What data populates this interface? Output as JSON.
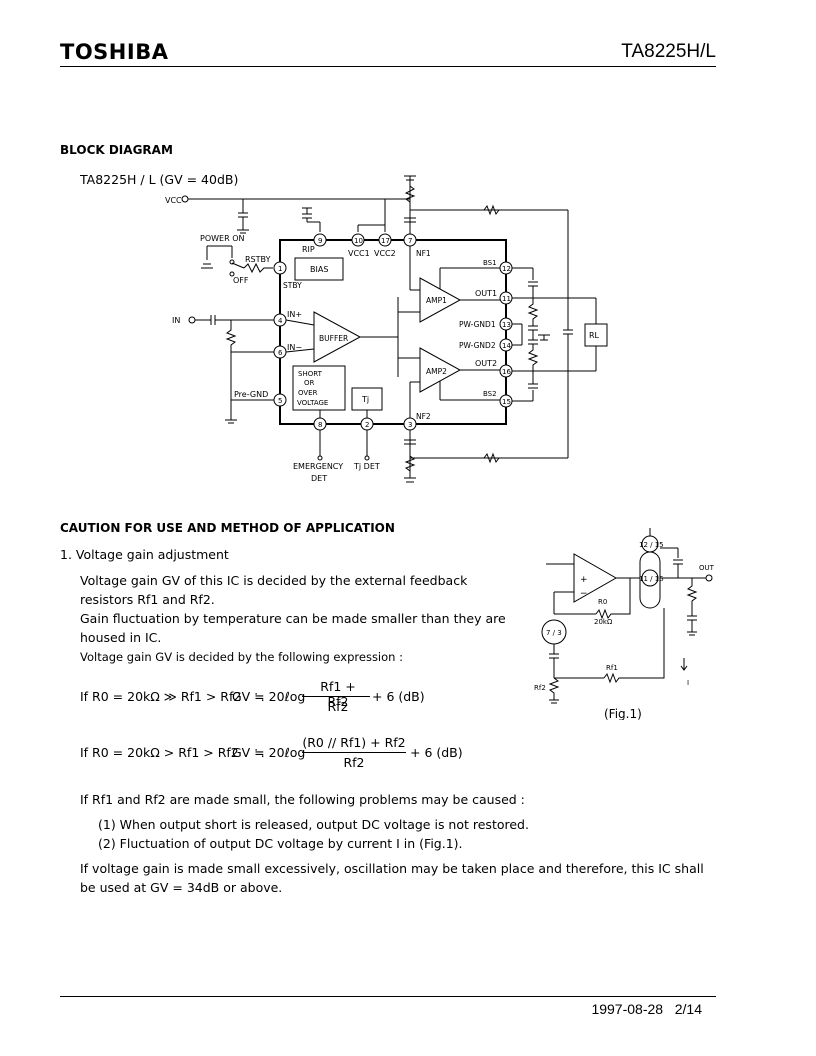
{
  "header": {
    "logo": "TOSHIBA",
    "part_number": "TA8225H/L"
  },
  "block_diagram": {
    "heading": "BLOCK DIAGRAM",
    "subtitle": "TA8225H / L (GV = 40dB)",
    "labels": {
      "vcc": "VCC",
      "power_on": "POWER ON",
      "off": "OFF",
      "rstby": "RSTBY",
      "rip": "RIP",
      "bias": "BIAS",
      "stby": "STBY",
      "vcc1": "VCC1",
      "vcc2": "VCC2",
      "nf1": "NF1",
      "nf2": "NF2",
      "bs1": "BS1",
      "bs2": "BS2",
      "out1": "OUT1",
      "out2": "OUT2",
      "amp1": "AMP1",
      "amp2": "AMP2",
      "buffer": "BUFFER",
      "in": "IN",
      "in_plus": "IN+",
      "in_minus": "IN−",
      "pre_gnd": "Pre-GND",
      "pw_gnd1": "PW-GND1",
      "pw_gnd2": "PW-GND2",
      "rl": "RL",
      "short_lines": [
        "SHORT",
        "OR",
        "OVER",
        "VOLTAGE"
      ],
      "tj": "Tj",
      "emergency_det": [
        "EMERGENCY",
        "DET"
      ],
      "tj_det": "Tj DET"
    },
    "pins": [
      "1",
      "2",
      "3",
      "4",
      "5",
      "6",
      "7",
      "8",
      "9",
      "10",
      "11",
      "12",
      "13",
      "14",
      "15",
      "16",
      "17"
    ]
  },
  "caution": {
    "heading": "CAUTION FOR USE AND METHOD OF APPLICATION",
    "item_title": "1.  Voltage gain adjustment",
    "p1_line1": "Voltage gain GV of this IC is decided by the external feedback",
    "p1_line2": "resistors Rf1 and Rf2.",
    "p2_line1": "Gain fluctuation by temperature can be made smaller than they are",
    "p2_line2": "housed in IC.",
    "p3": "Voltage gain GV is decided by the following expression :",
    "eq1_cond": "If R0 = 20kΩ ≫ Rf1 > Rf2",
    "eq1_lhs": "GV ≒ 20ℓog",
    "eq1_num": "Rf1 + Rf2",
    "eq1_den": "Rf2",
    "eq1_tail": "+ 6  (dB)",
    "eq2_cond": "If R0 = 20kΩ > Rf1 > Rf2",
    "eq2_lhs": "GV ≒ 20ℓog",
    "eq2_num": "(R0 // Rf1) + Rf2",
    "eq2_den": "Rf2",
    "eq2_tail": "+ 6  (dB)",
    "p4": "If Rf1 and Rf2 are made small, the following problems may be caused :",
    "problem1": "(1) When output short is released, output DC voltage is not restored.",
    "problem2": "(2) Fluctuation of output DC voltage by current  I  in (Fig.1).",
    "p5_line1": "If voltage gain is made small excessively, oscillation may be taken place and therefore, this IC shall",
    "p5_line2": "be used at GV = 34dB or above."
  },
  "fig1": {
    "pin_top": "12 / 15",
    "pin_right": "11 / 16",
    "pin_left": "7 / 3",
    "out": "OUT",
    "r0": "R0",
    "r0_value": "20kΩ",
    "rf1": "Rf1",
    "rf2": "Rf2",
    "current": "I",
    "caption": "(Fig.1)"
  },
  "footer": {
    "date": "1997-08-28",
    "page": "2/14"
  }
}
